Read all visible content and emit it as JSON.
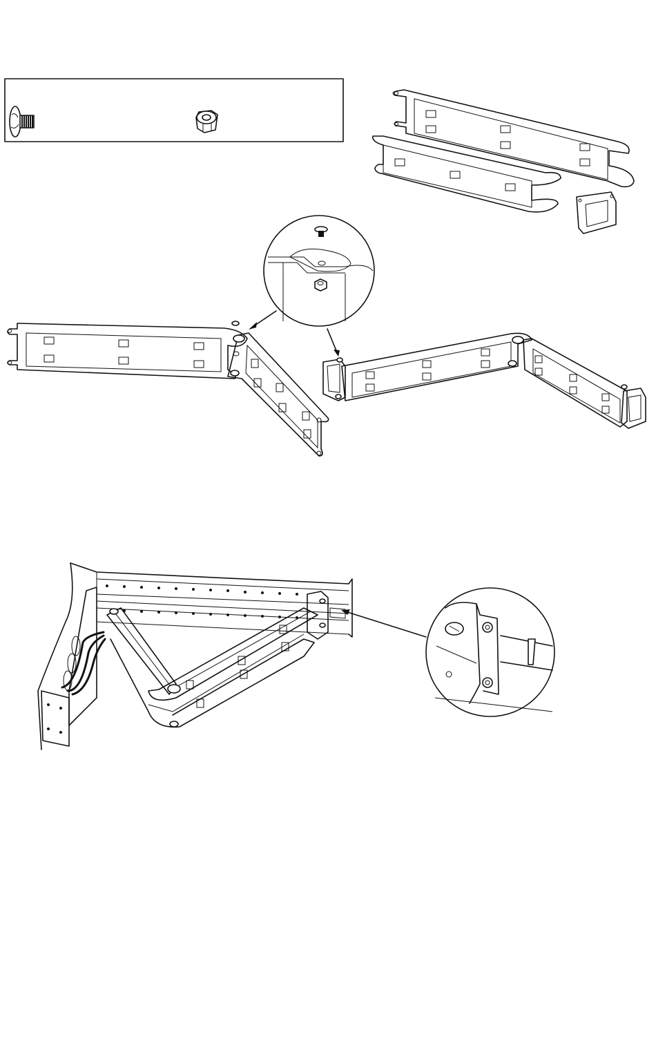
{
  "figure": {
    "hardware_items": [
      {
        "icon": "flat-head-screw-icon",
        "label": ""
      },
      {
        "icon": "hex-nut-icon",
        "label": ""
      }
    ],
    "steps": [
      {
        "name": "parts-overview"
      },
      {
        "name": "arm-assembly"
      },
      {
        "name": "mounted-frame"
      }
    ],
    "colors": {
      "line": "#111111",
      "background": "#ffffff"
    }
  }
}
